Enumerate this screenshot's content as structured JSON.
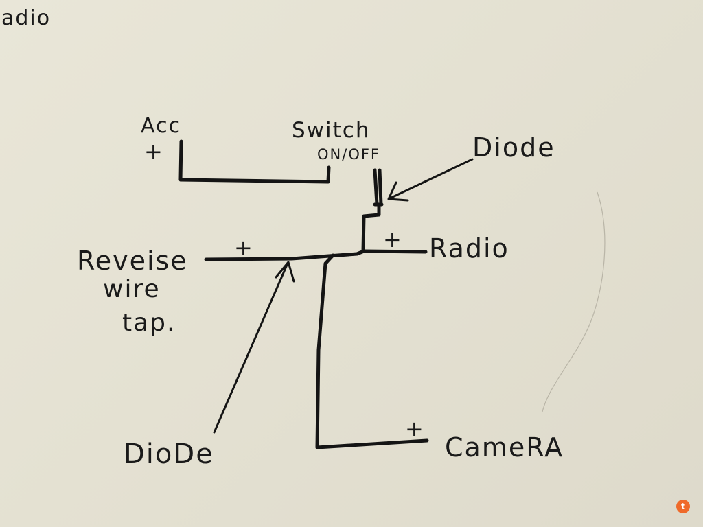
{
  "labels": {
    "corner": "adio",
    "acc": "Acc",
    "acc_plus": "+",
    "switch": "Switch",
    "switch_state": "ON/OFF",
    "diode_top": "Diode",
    "radio_plus": "+",
    "radio": "Radio",
    "reverse": "Reveise",
    "reverse_plus": "+",
    "wire": "wire",
    "tap": "tap.",
    "diode_bottom": "DioDe",
    "camera_plus": "+",
    "camera": "CameRA"
  },
  "watermark": "t",
  "colors": {
    "ink": "#141414",
    "paper": "#e7e4d6",
    "watermark": "#ef6a2a"
  }
}
